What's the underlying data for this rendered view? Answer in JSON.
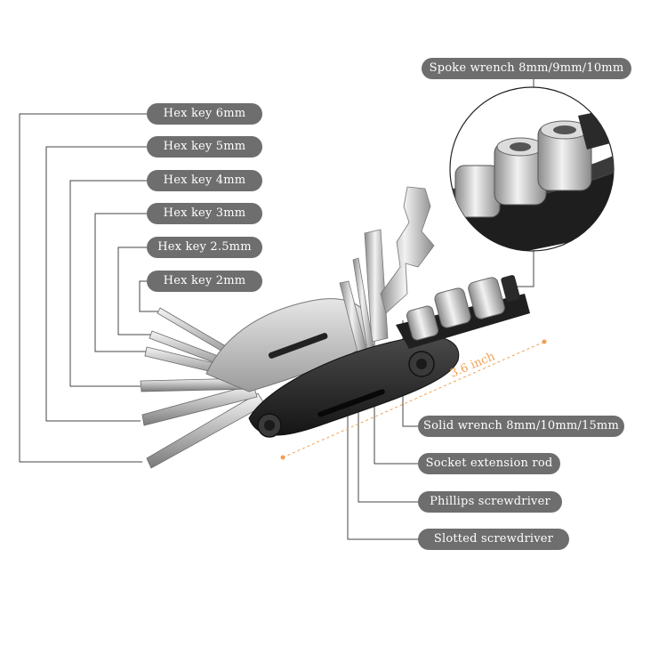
{
  "labels": {
    "hex_6": "Hex key 6mm",
    "hex_5": "Hex key 5mm",
    "hex_4": "Hex key 4mm",
    "hex_3": "Hex key 3mm",
    "hex_25": "Hex key 2.5mm",
    "hex_2": "Hex key 2mm",
    "spoke": "Spoke wrench 8mm/9mm/10mm",
    "solid": "Solid wrench 8mm/10mm/15mm",
    "socket_rod": "Socket extension rod",
    "phillips": "Phillips screwdriver",
    "slotted": "Slotted screwdriver"
  },
  "dimension": "3.6 inch",
  "colors": {
    "label_bg": "#6e6e6e",
    "leader_line": "#444444",
    "dimension": "#f0a050",
    "body_dark": "#2a2a2a",
    "steel": "#c8c8c8"
  }
}
